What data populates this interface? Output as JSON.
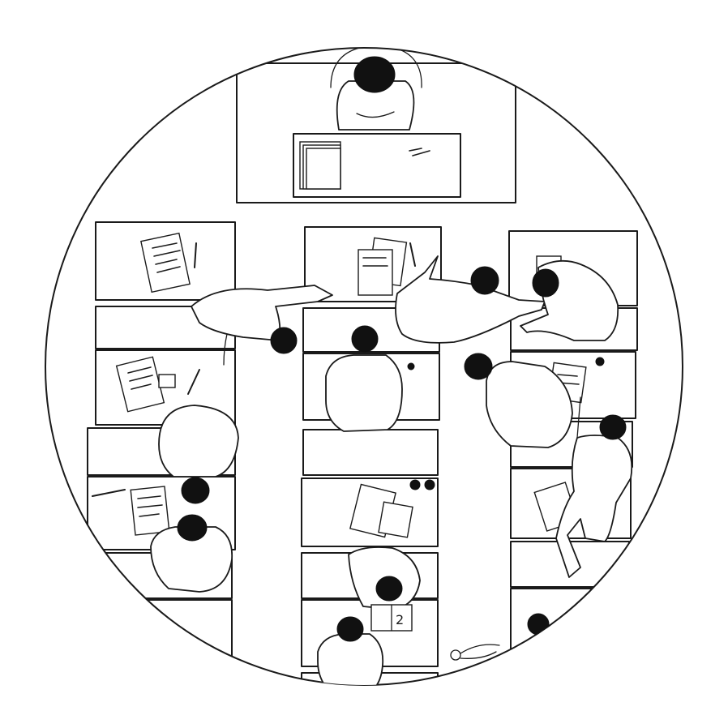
{
  "scene": {
    "description_tags": [
      "classroom-top-down",
      "line-drawing"
    ],
    "colors": {
      "ink": "#1a1a1a",
      "paper": "#ffffff"
    }
  },
  "figures": {
    "desk_sheet_mark": "2"
  }
}
